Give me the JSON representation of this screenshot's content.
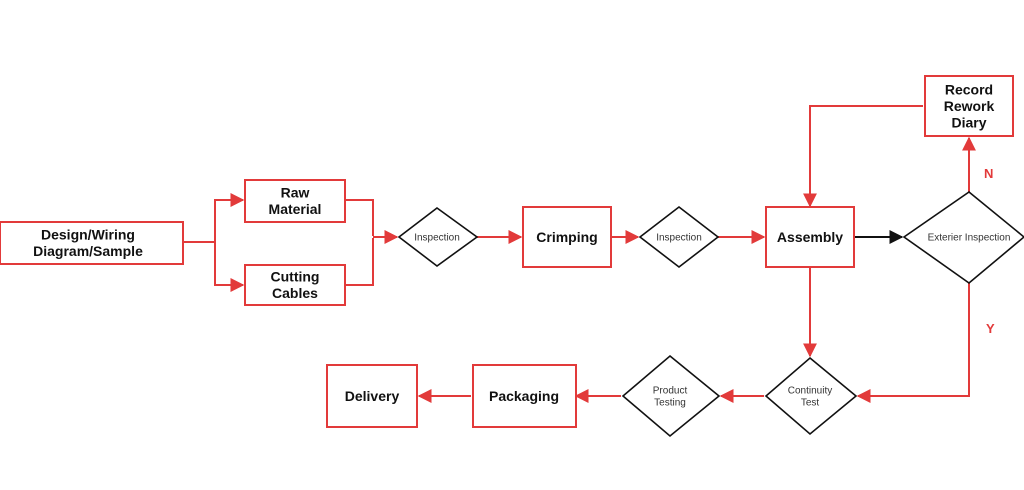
{
  "nodes": {
    "design": "Design/Wiring\nDiagram/Sample",
    "raw_material": "Raw\nMaterial",
    "cutting_cables": "Cutting\nCables",
    "inspection_1": "Inspection",
    "crimping": "Crimping",
    "inspection_2": "Inspection",
    "assembly": "Assembly",
    "exterior_inspection": "Exterier Inspection",
    "record_rework": "Record\nRework\nDiary",
    "continuity_test": "Continuity\nTest",
    "product_testing": "Product\nTesting",
    "packaging": "Packaging",
    "delivery": "Delivery"
  },
  "edge_labels": {
    "no": "N",
    "yes": "Y"
  },
  "colors": {
    "accent": "#e23a3a",
    "outline": "#111111"
  }
}
